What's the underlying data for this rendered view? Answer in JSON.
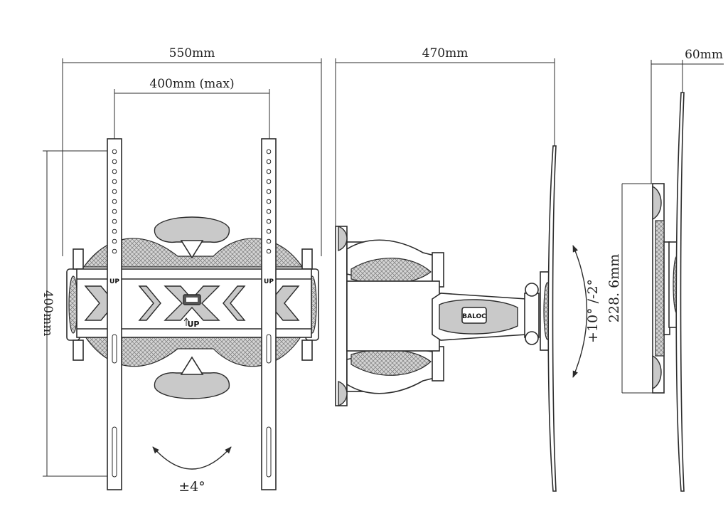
{
  "dimensions": {
    "overall_width": "550mm",
    "vesa_width": "400mm (max)",
    "vesa_height": "400mm",
    "extension": "470mm",
    "wall_depth": "60mm",
    "plate_height": "228. 6mm"
  },
  "angles": {
    "swivel": "±4°",
    "tilt": "+10° /-2°"
  },
  "markings": {
    "up_left": "UP",
    "up_center": "UP",
    "up_right": "UP",
    "brand": "BALOC"
  }
}
